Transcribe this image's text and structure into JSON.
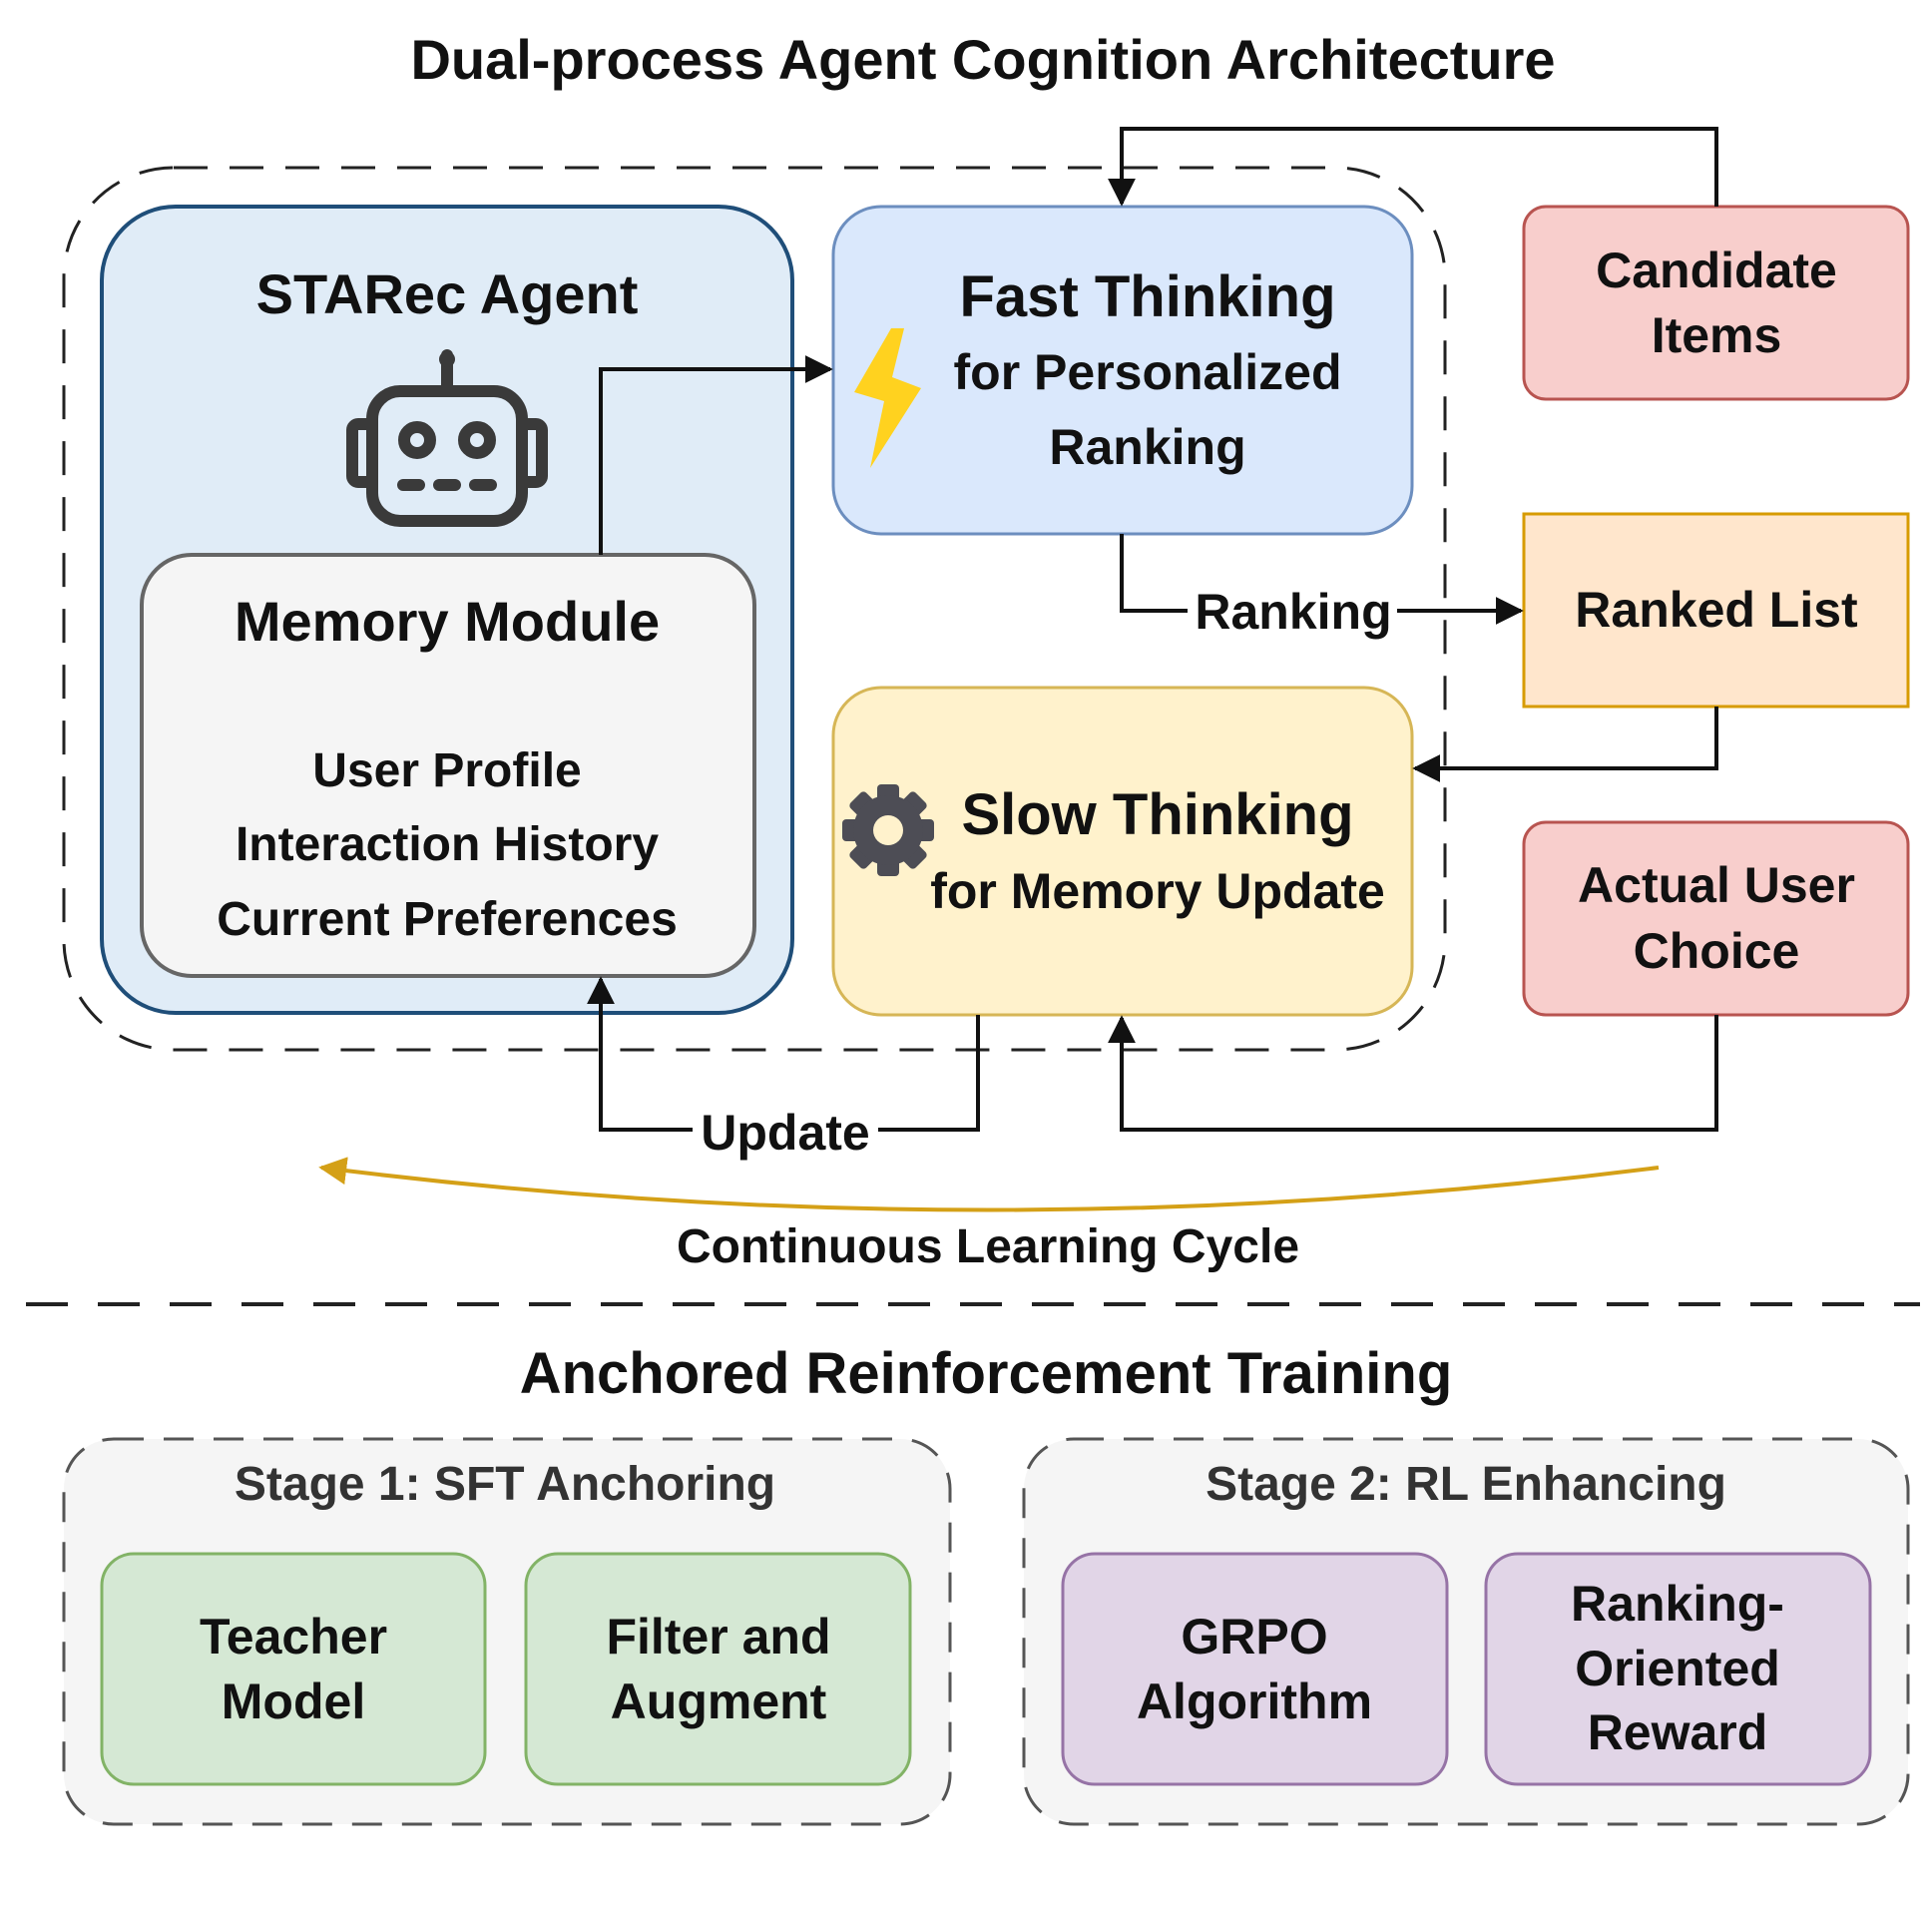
{
  "title": "Dual-process Agent Cognition Architecture",
  "agent": {
    "title": "STARec Agent",
    "memory": {
      "title": "Memory Module",
      "items": [
        "User Profile",
        "Interaction History",
        "Current Preferences"
      ]
    }
  },
  "fast": {
    "title": "Fast Thinking",
    "subtitle_lines": [
      "for Personalized",
      "Ranking"
    ]
  },
  "slow": {
    "title": "Slow Thinking",
    "subtitle": "for Memory Update"
  },
  "candidate": {
    "lines": [
      "Candidate",
      "Items"
    ]
  },
  "ranked_list": {
    "label": "Ranked List"
  },
  "actual_choice": {
    "lines": [
      "Actual User",
      "Choice"
    ]
  },
  "edges": {
    "ranking": "Ranking",
    "update": "Update"
  },
  "cycle_label": "Continuous Learning Cycle",
  "training": {
    "title": "Anchored Reinforcement Training",
    "stage1": {
      "title": "Stage 1: SFT Anchoring",
      "boxes": [
        {
          "lines": [
            "Teacher",
            "Model"
          ]
        },
        {
          "lines": [
            "Filter and",
            "Augment"
          ]
        }
      ]
    },
    "stage2": {
      "title": "Stage 2: RL Enhancing",
      "boxes": [
        {
          "lines": [
            "GRPO",
            "Algorithm"
          ]
        },
        {
          "lines": [
            "Ranking-",
            "Oriented",
            "Reward"
          ]
        }
      ]
    }
  },
  "colors": {
    "agent_fill": "#e0ecf7",
    "agent_stroke": "#1f4e79",
    "memory_fill": "#f5f5f5",
    "memory_stroke": "#666666",
    "fast_fill": "#dae8fc",
    "fast_stroke": "#6c8ebf",
    "slow_fill": "#fff2cc",
    "slow_stroke": "#d6b656",
    "red_fill": "#f8cecc",
    "red_stroke": "#b85450",
    "orange_fill": "#ffe6cc",
    "orange_stroke": "#d79b00",
    "green_fill": "#d5e8d4",
    "green_stroke": "#82b366",
    "purple_fill": "#e1d5e7",
    "purple_stroke": "#9673a6",
    "cycle_arrow": "#d4a017",
    "bolt": "#ffd21f",
    "gear": "#4d4d55"
  },
  "icons": [
    "robot-icon",
    "lightning-icon",
    "gear-icon"
  ]
}
